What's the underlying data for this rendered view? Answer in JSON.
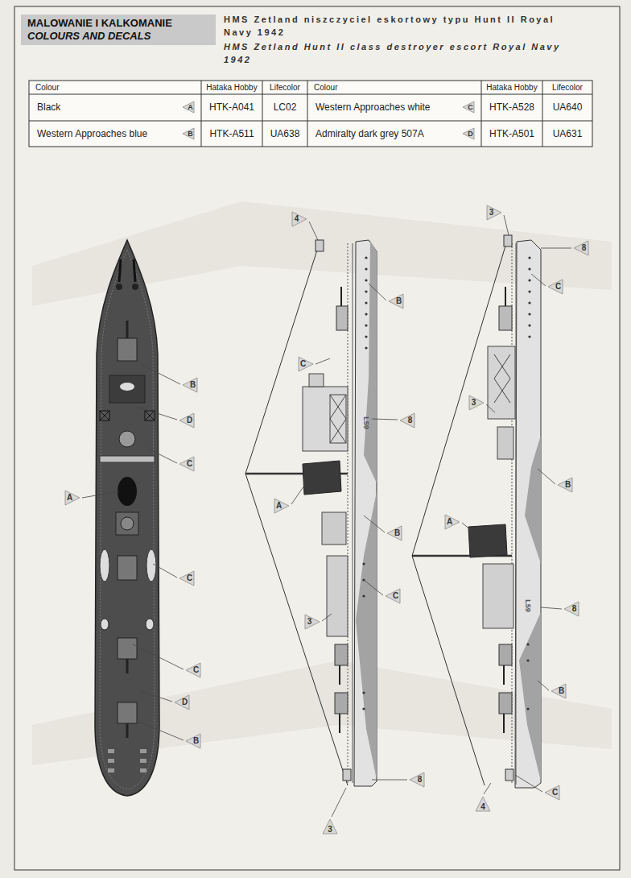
{
  "diagram": {
    "nodes": [
      {
        "text": [
          "MALOWANIE I KALKOMANIE",
          "COLOURS AND DECALS"
        ]
      }
    ],
    "labels": [
      "HMS Zetland niszczyciel eskortowy typu Hunt II Royal Navy 1942",
      "HMS Zetland Hunt II class destroyer escort Royal Navy 1942",
      "Colour",
      "Hataka Hobby",
      "Lifecolor",
      "Colour",
      "Hataka Hobby",
      "Lifecolor",
      "Black",
      "A",
      "HTK-A041",
      "LC02",
      "Western Approaches white",
      "C",
      "HTK-A528",
      "UA640",
      "Western Approaches blue",
      "B",
      "HTK-A511",
      "UA638",
      "Admiralty dark grey 507A",
      "D",
      "HTK-A501",
      "UA631",
      "B",
      "D",
      "C",
      "A",
      "C",
      "C",
      "D",
      "B",
      "4",
      "B",
      "C",
      "8",
      "A",
      "B",
      "C",
      "3",
      "8",
      "3",
      "3",
      "8",
      "C",
      "3",
      "B",
      "A",
      "8",
      "B",
      "4",
      "C",
      "L59",
      "L59"
    ]
  }
}
